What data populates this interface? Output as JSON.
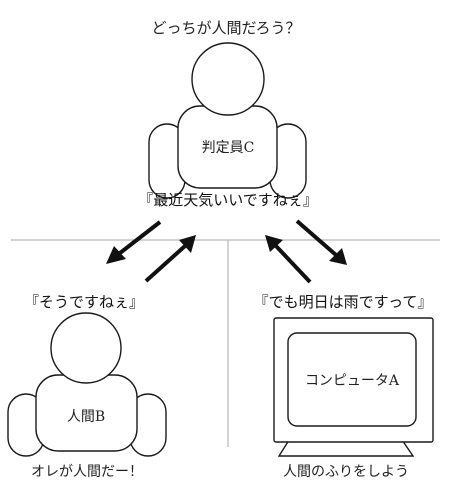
{
  "question": "どっちが人間だろう？",
  "judge": {
    "label": "判定員C",
    "speech": "『最近天気いいですねぇ』"
  },
  "human": {
    "label": "人間B",
    "speech": "『そうですねぇ』",
    "thought": "オレが人間だー！"
  },
  "computer": {
    "label": "コンピュータA",
    "speech": "『でも明日は雨ですって』",
    "thought": "人間のふりをしよう"
  }
}
